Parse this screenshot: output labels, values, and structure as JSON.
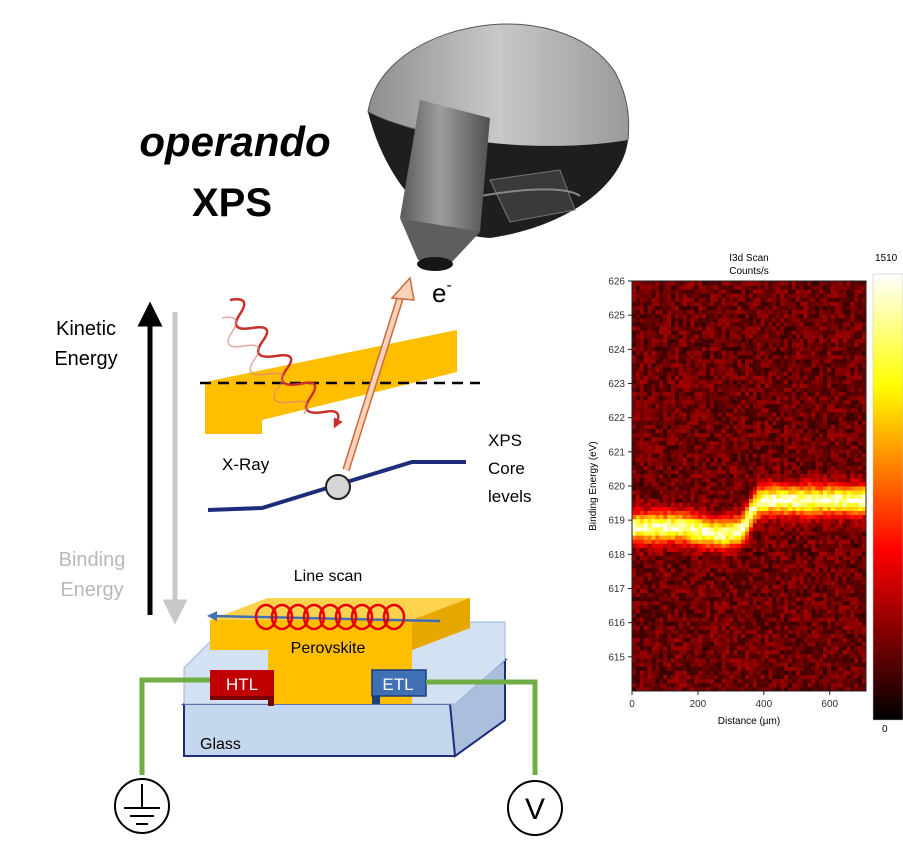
{
  "title": {
    "line1": "operando",
    "line2": "XPS"
  },
  "energy": {
    "kinetic": [
      "Kinetic",
      "Energy"
    ],
    "binding": [
      "Binding",
      "Energy"
    ]
  },
  "labels": {
    "electron": "e",
    "electron_sup": "-",
    "xray": "X-Ray",
    "core_levels": [
      "XPS",
      "Core",
      "levels"
    ],
    "line_scan": "Line scan",
    "perovskite": "Perovskite",
    "htl": "HTL",
    "etl": "ETL",
    "glass": "Glass",
    "voltage": "V"
  },
  "colors": {
    "perovskite": "#ffbf00",
    "htl": "#c00000",
    "etl": "#3f6fb5",
    "substrate": "#c5d7ee",
    "wire": "#70ad47",
    "core_level": "#1f2c7a",
    "xray": "#c8312a",
    "electron_arrow": "#f4a070"
  },
  "icons": {
    "ground": "ground-symbol-icon",
    "voltmeter": "voltmeter-icon",
    "analyzer": "electron-analyzer-icon"
  },
  "chart_data": {
    "type": "heatmap",
    "title": "I3d Scan",
    "subtitle": "Counts/s",
    "xlabel": "Distance (µm)",
    "ylabel": "Binding Energy (eV)",
    "xlim": [
      0,
      710
    ],
    "ylim": [
      614,
      626
    ],
    "xticks": [
      0,
      200,
      400,
      600
    ],
    "yticks": [
      615,
      616,
      617,
      618,
      619,
      620,
      621,
      622,
      623,
      624,
      625,
      626
    ],
    "colorbar": {
      "max_label": "1510",
      "min_label": "0",
      "colormap": "hot"
    },
    "peak_profile": {
      "x": [
        0,
        150,
        260,
        330,
        380,
        420,
        710
      ],
      "y": [
        618.8,
        618.8,
        618.6,
        618.7,
        619.5,
        619.6,
        619.6
      ]
    }
  }
}
